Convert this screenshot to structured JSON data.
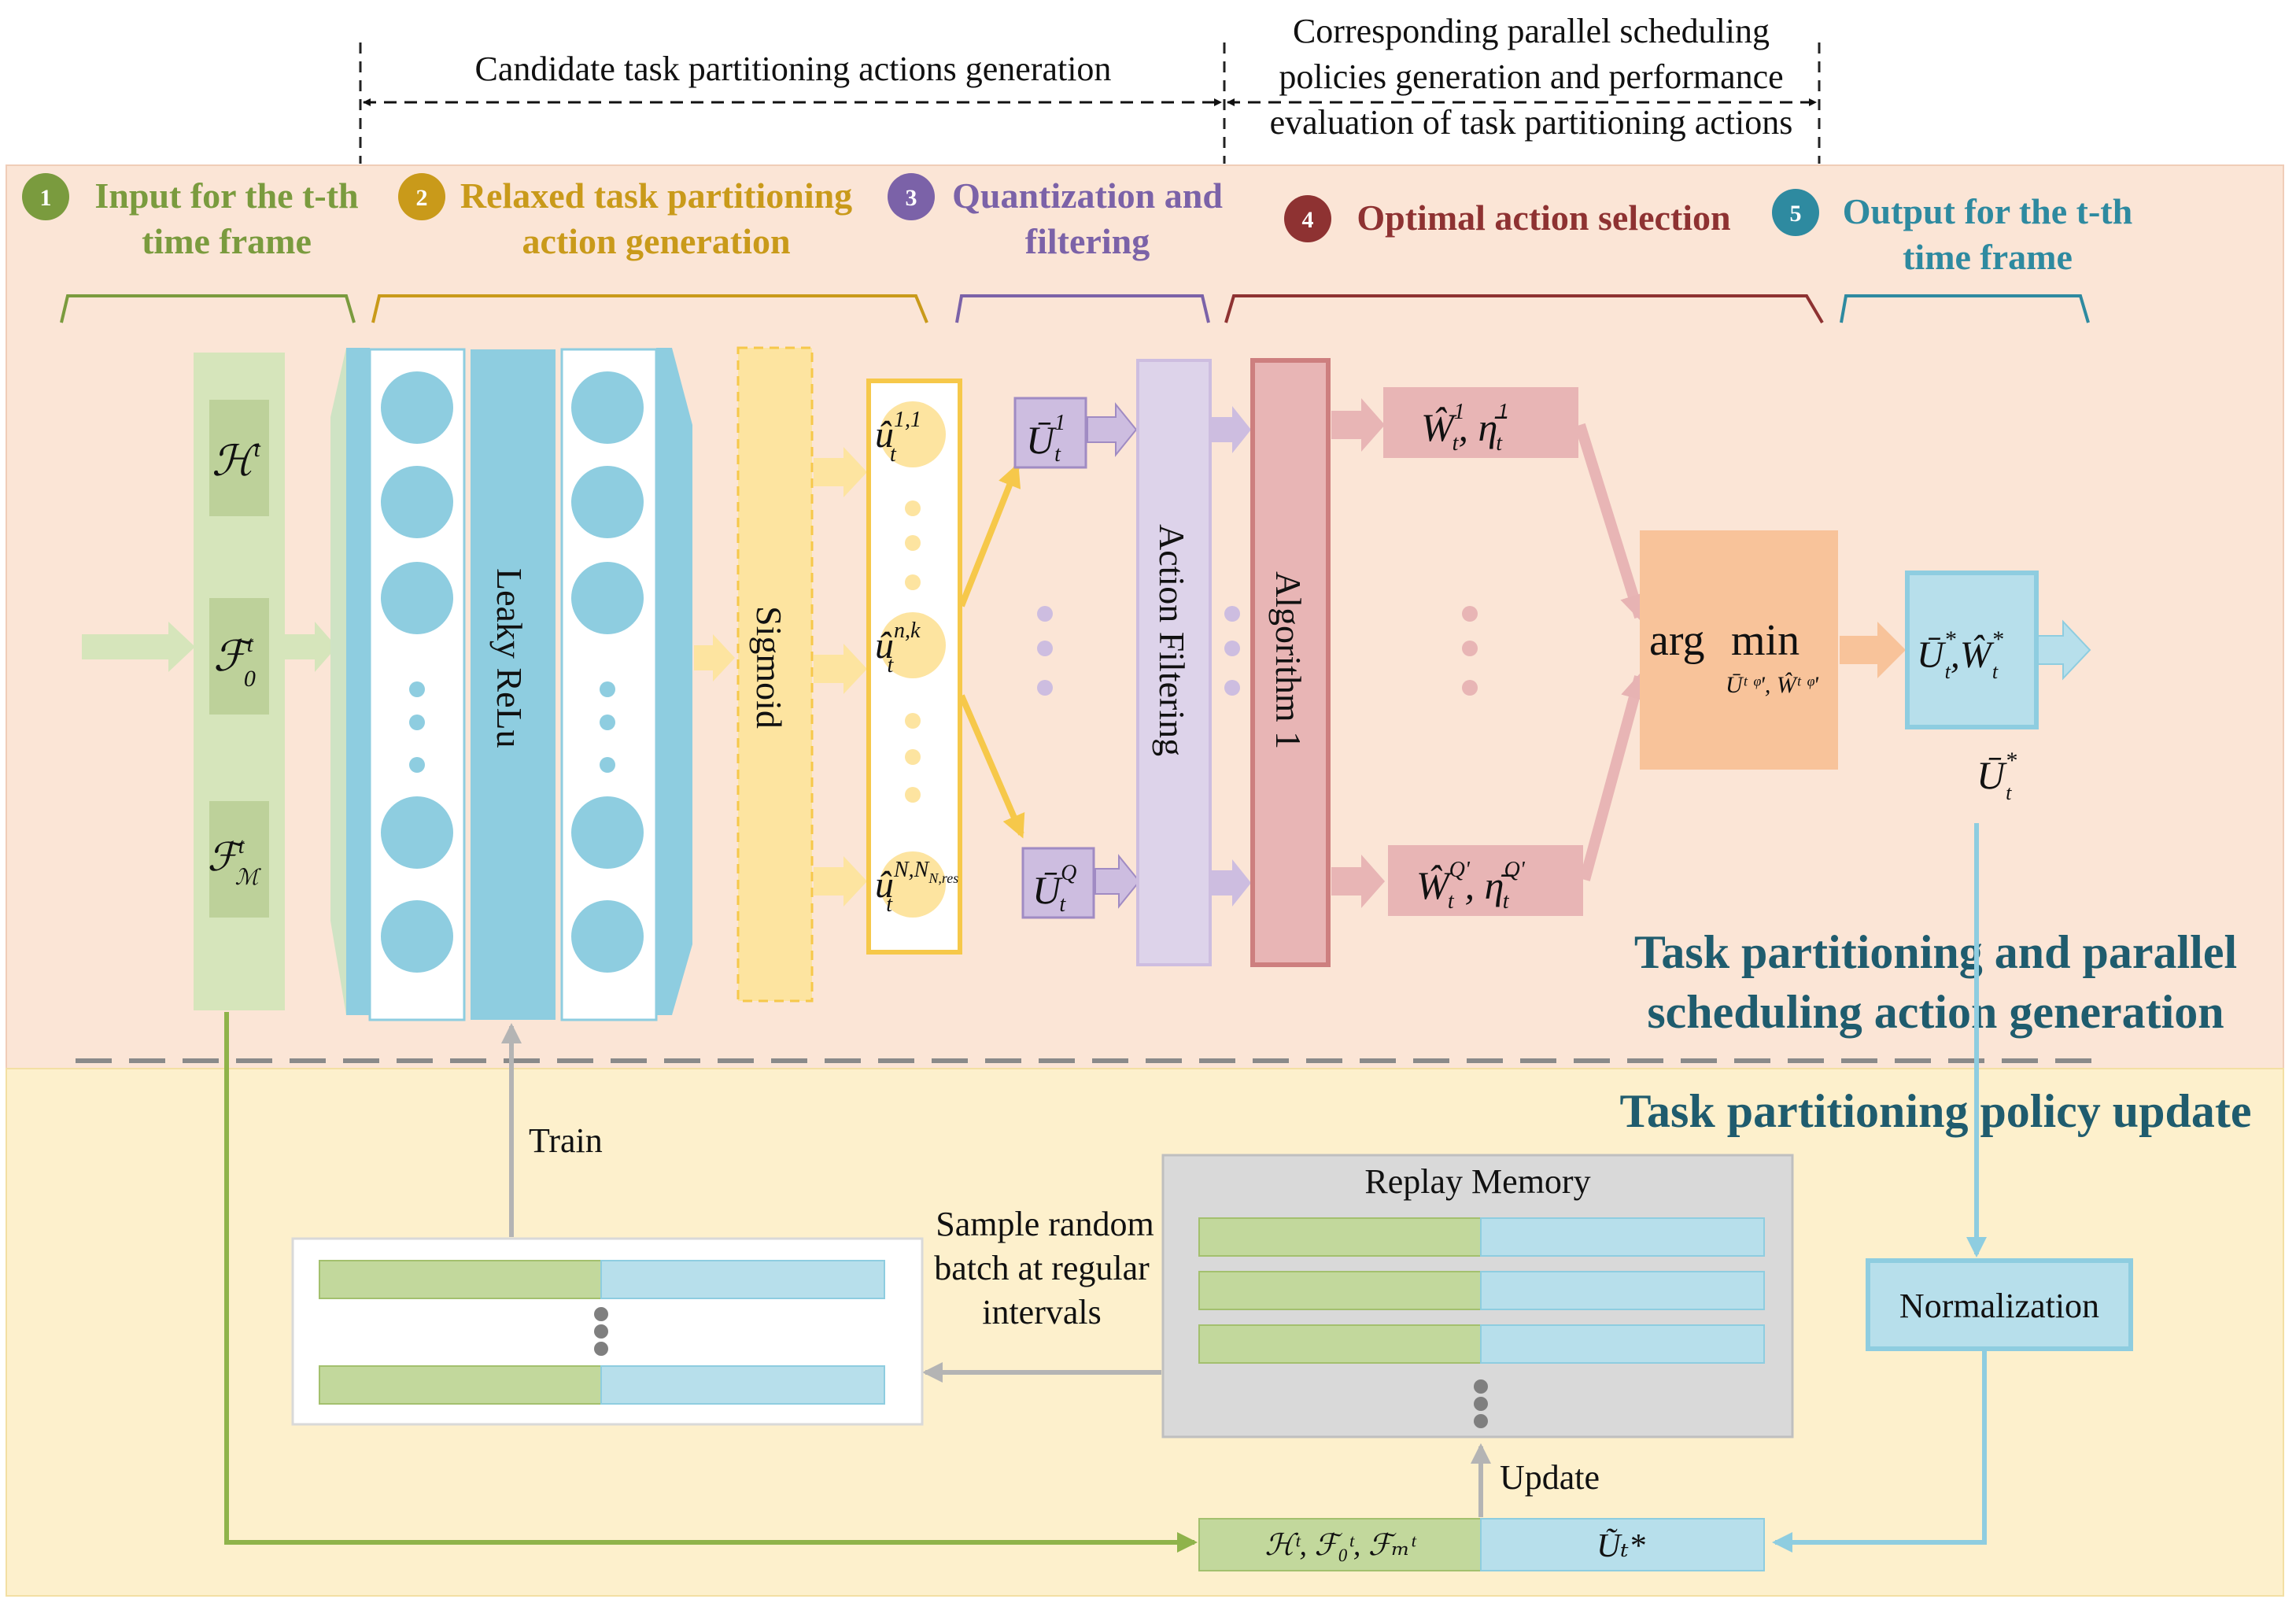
{
  "phases": {
    "candidate_generation": "Candidate task partitioning actions generation",
    "scheduling_evaluation": [
      "Corresponding parallel scheduling",
      "policies generation and performance",
      "evaluation of task partitioning actions"
    ]
  },
  "steps": [
    {
      "num": "1",
      "label": [
        "Input for the t-th",
        "time frame"
      ],
      "color": "#7a9b3e"
    },
    {
      "num": "2",
      "label": [
        "Relaxed task partitioning",
        "action generation"
      ],
      "color": "#c99a1a"
    },
    {
      "num": "3",
      "label": [
        "Quantization and",
        "filtering"
      ],
      "color": "#7b62a8"
    },
    {
      "num": "4",
      "label": [
        "Optimal action selection"
      ],
      "color": "#8e3232"
    },
    {
      "num": "5",
      "label": [
        "Output for the t-th",
        "time frame"
      ],
      "color": "#2e8aa0"
    }
  ],
  "input_vars": {
    "h": "ℋ",
    "f0_base": "ℱ",
    "f0_sub": "0",
    "fm_base": "ℱ",
    "fm_sub": "ℳ",
    "sup": "t"
  },
  "network": {
    "activation": "Leaky ReLu",
    "output_layer": "Sigmoid"
  },
  "relaxed_actions": {
    "base": "û",
    "sub": "t",
    "sup_first": "1,1",
    "sup_mid": "n,k",
    "sup_last": "N,N",
    "sup_last_sub": "N,res"
  },
  "quantized": {
    "base": "Ū",
    "sub": "t",
    "sup_first": "1",
    "sup_last": "Q"
  },
  "filter_label": "Action Filtering",
  "algorithm_label": "Algorithm 1",
  "schedules": {
    "w": "Ŵ",
    "eta": "η̄",
    "sub": "t",
    "sup_first": "1",
    "sup_last": "Q'"
  },
  "argmin": {
    "arg": "arg",
    "min": "min",
    "under": "Ūᵗ ᵠ', Ŵᵗ ᵠ'"
  },
  "output": {
    "u": "Ū",
    "w": "Ŵ",
    "star": "*",
    "sub": "t"
  },
  "section_titles": {
    "generation": [
      "Task partitioning and  parallel",
      "scheduling action generation"
    ],
    "update": "Task partitioning policy update"
  },
  "train_label": "Train",
  "sample_label": [
    "Sample random",
    "batch at regular",
    "intervals"
  ],
  "replay_label": "Replay Memory",
  "normalization_label": "Normalization",
  "update_label": "Update",
  "memory_entry": {
    "left": "ℋᵗ, ℱ₀ᵗ, ℱₘᵗ",
    "right": "Ũₜ*"
  }
}
